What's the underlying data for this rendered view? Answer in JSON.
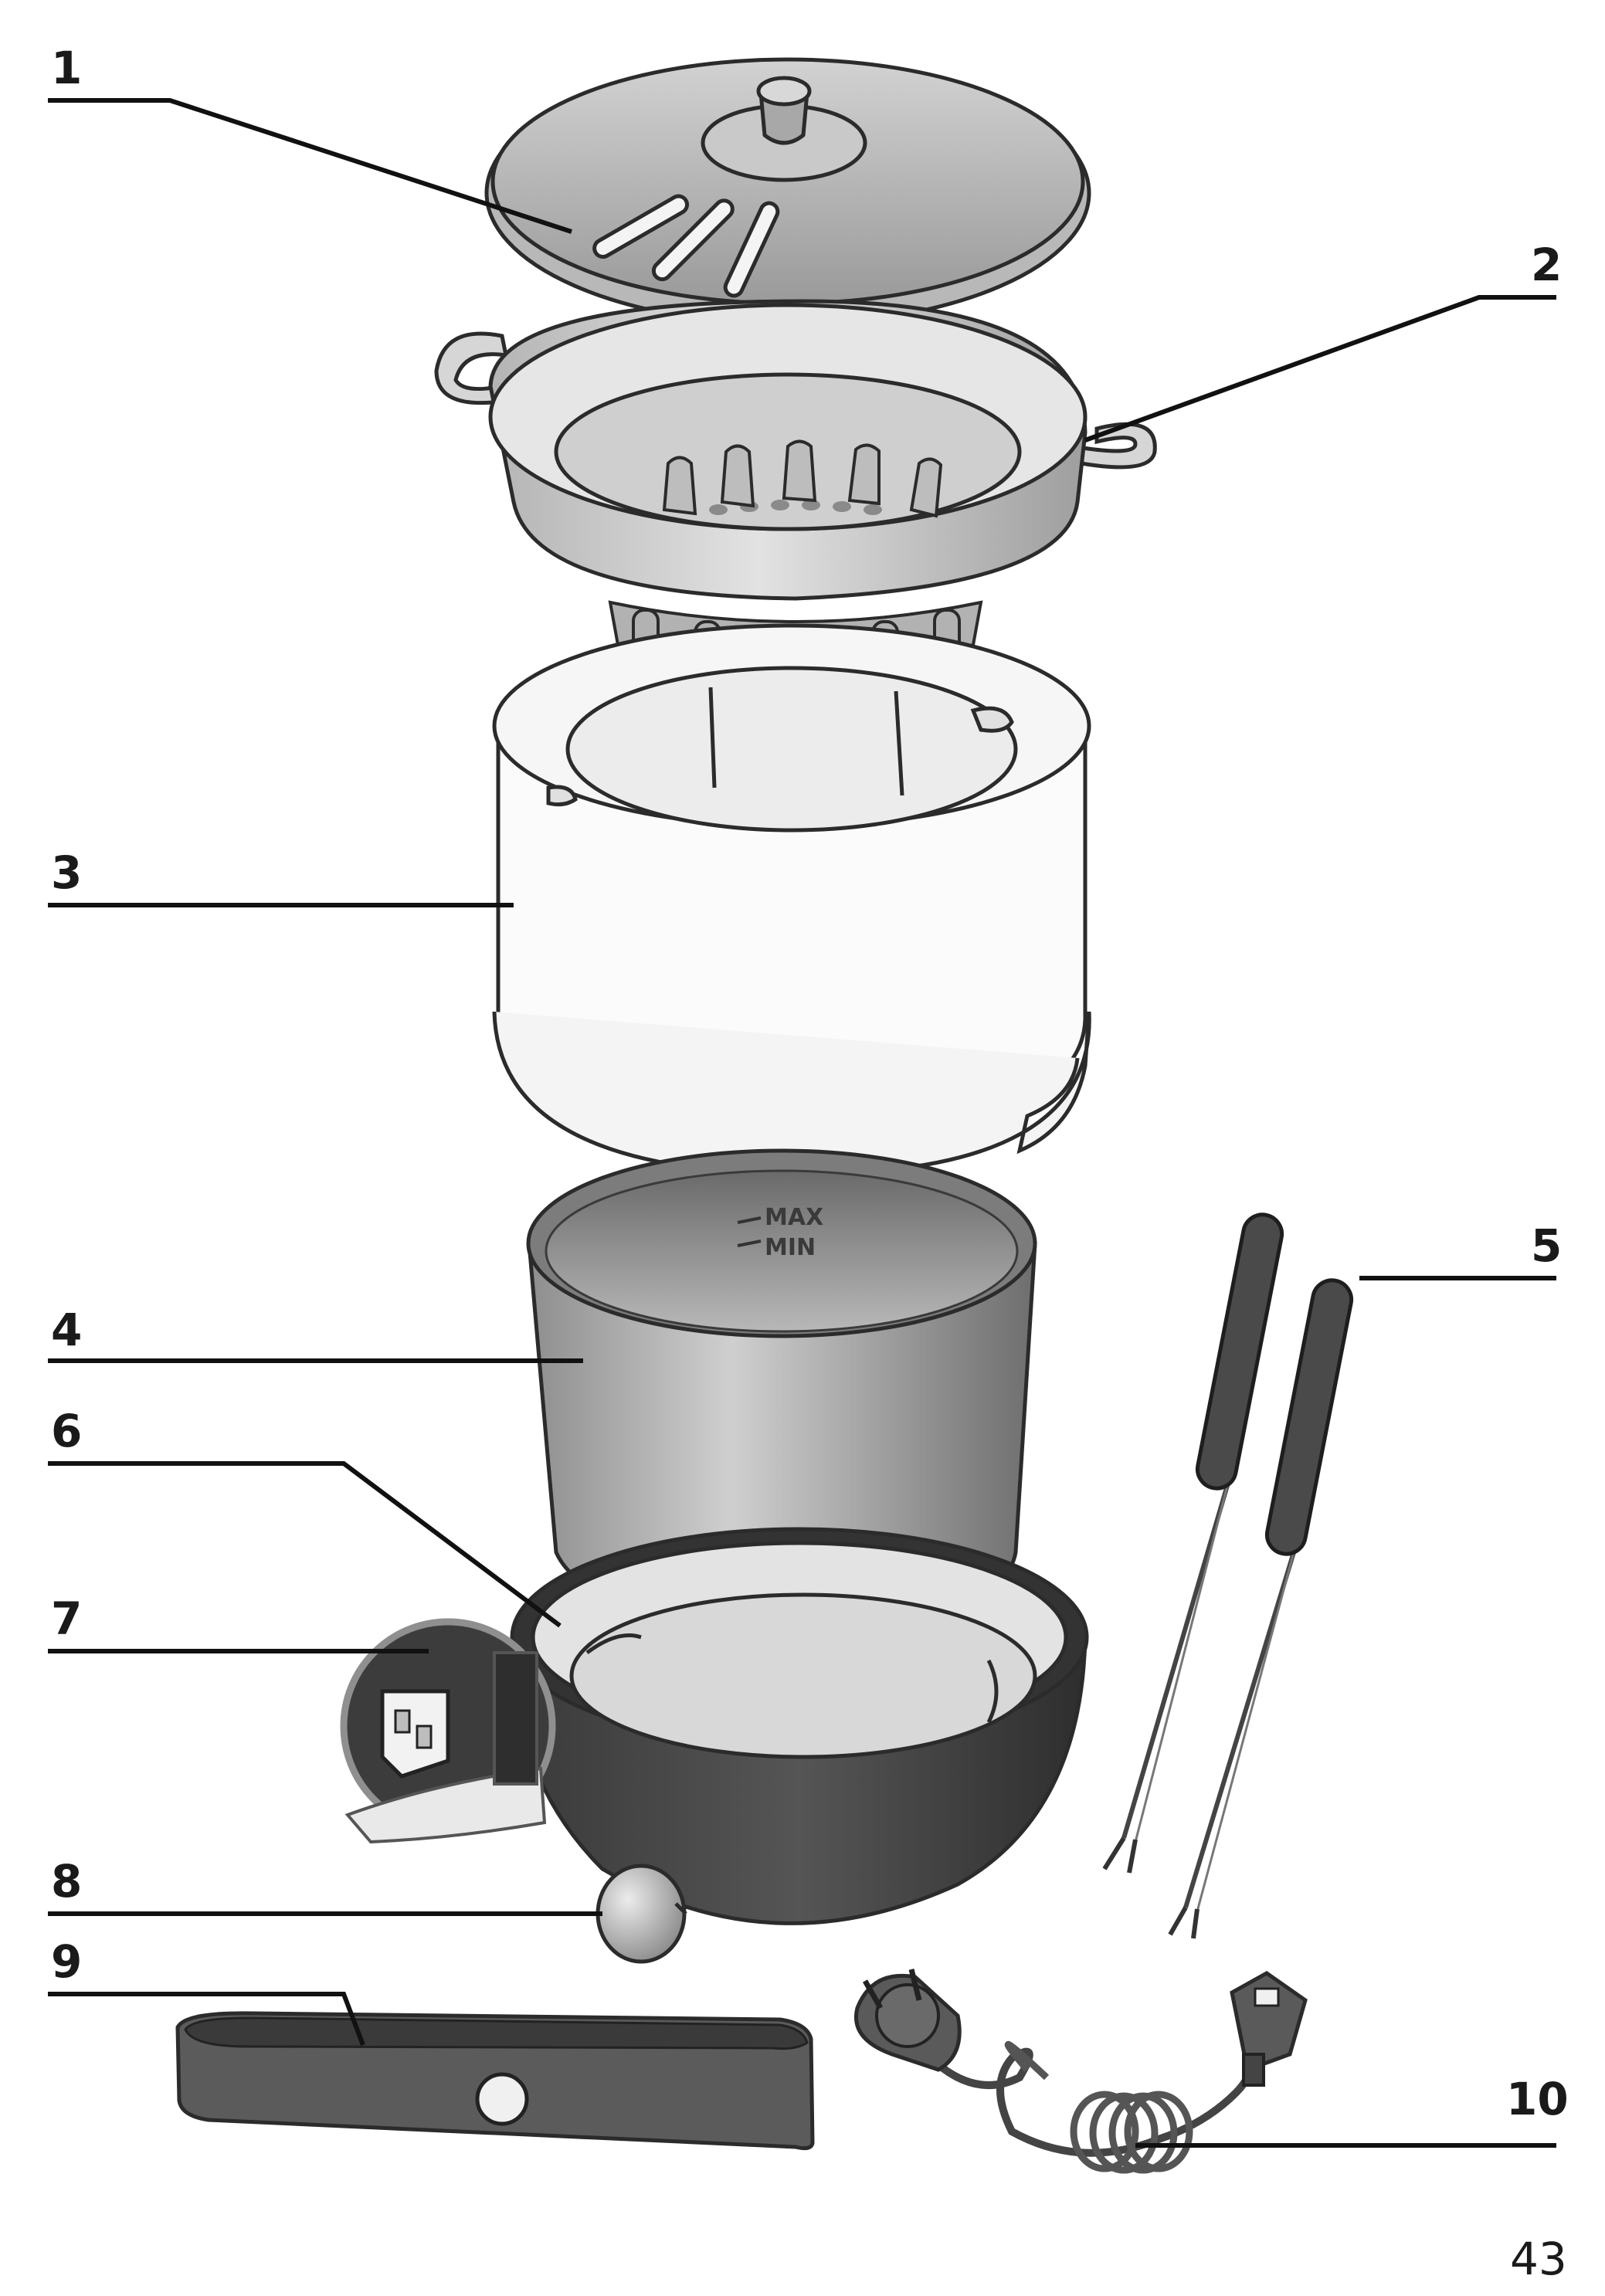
{
  "labels": {
    "l1": "1",
    "l2": "2",
    "l3": "3",
    "l4": "4",
    "l5": "5",
    "l6": "6",
    "l7": "7",
    "l8": "8",
    "l9": "9",
    "l10": "10"
  },
  "markings": {
    "max": "MAX",
    "min": "MIN"
  },
  "page_number": "43"
}
